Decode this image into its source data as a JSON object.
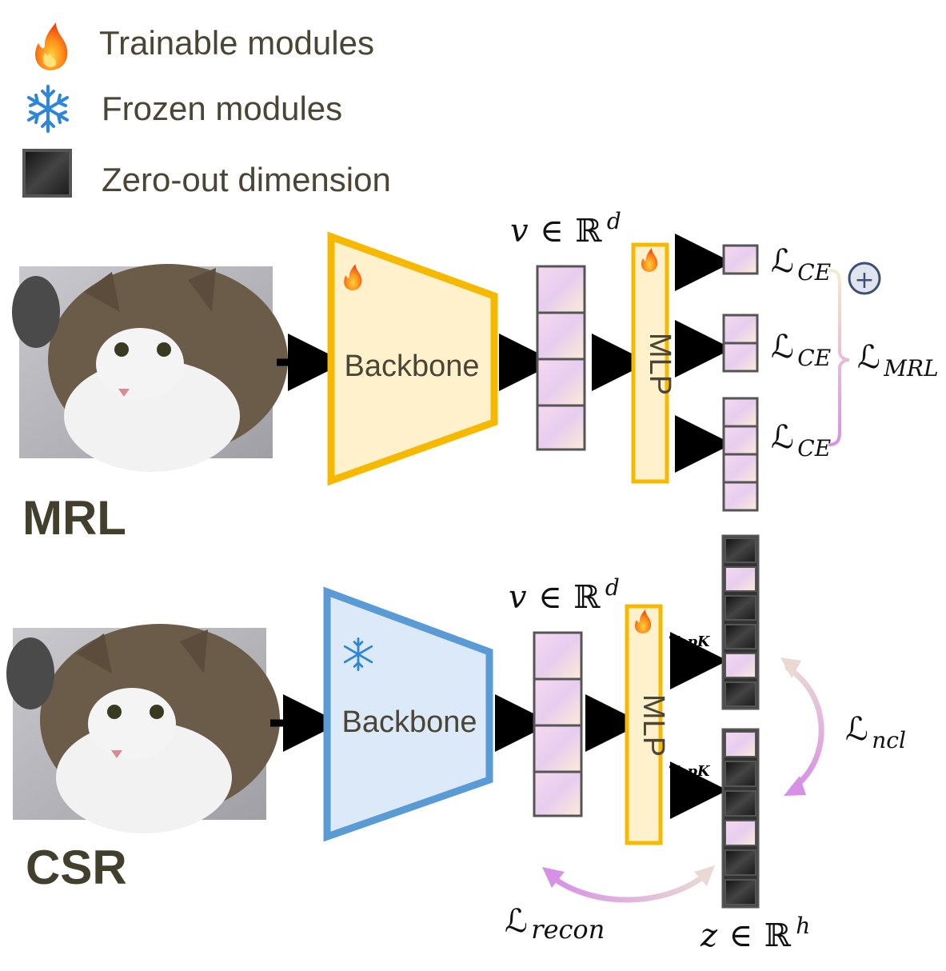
{
  "legend": {
    "trainable": "Trainable modules",
    "frozen": "Frozen modules",
    "zero_out": "Zero-out dimension"
  },
  "mrl": {
    "section_label": "MRL",
    "backbone_label": "Backbone",
    "mlp_label": "MLP",
    "embedding_var": "v",
    "embedding_in": "∈",
    "embedding_space": "ℝ",
    "embedding_dim": "d",
    "loss_ce_symbol": "ℒ",
    "loss_ce_sub": "CE",
    "loss_mrl_symbol": "ℒ",
    "loss_mrl_sub": "MRL",
    "sum_symbol": "+"
  },
  "csr": {
    "section_label": "CSR",
    "backbone_label": "Backbone",
    "mlp_label": "MLP",
    "embedding_var": "v",
    "embedding_in": "∈",
    "embedding_space": "ℝ",
    "embedding_dim": "d",
    "topk_label": "TopK",
    "loss_ncl_symbol": "ℒ",
    "loss_ncl_sub": "ncl",
    "loss_recon_symbol": "ℒ",
    "loss_recon_sub": "recon",
    "sparse_var": "z",
    "sparse_in": "∈",
    "sparse_space": "ℝ",
    "sparse_dim": "h"
  },
  "colors": {
    "trainable_border": "#f7b800",
    "trainable_fill": "#fff1cc",
    "frozen_border": "#5b9bd5",
    "frozen_fill": "#dce9f8",
    "cell_pink": "#e8c8ee",
    "cell_border": "#555555",
    "zero_cell": "#222222",
    "loss_arrow": "#d895e6",
    "text": "#4a4534"
  },
  "icons": {
    "trainable": "flame-icon",
    "frozen": "snowflake-icon",
    "zero_out": "dark-square-icon"
  }
}
